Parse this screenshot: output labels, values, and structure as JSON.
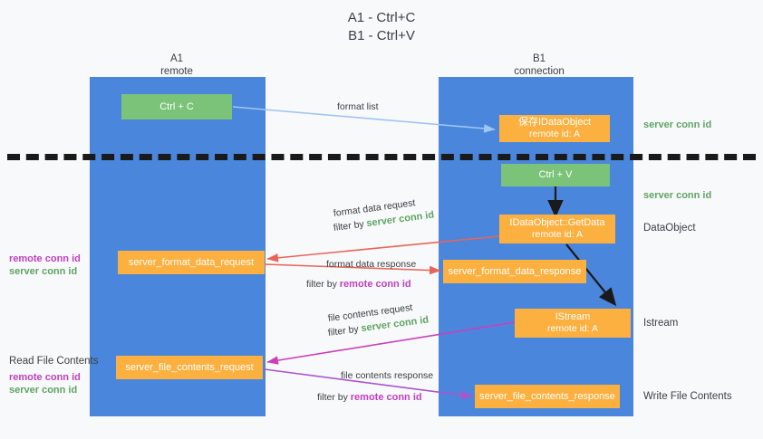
{
  "title": {
    "line1": "A1 - Ctrl+C",
    "line2": "B1 - Ctrl+V"
  },
  "columns": [
    {
      "name": "A1",
      "sub": "remote"
    },
    {
      "name": "B1",
      "sub": "connection"
    }
  ],
  "nodes": {
    "ctrl_c": {
      "label": "Ctrl + C"
    },
    "save_idataobject": {
      "line1": "保存IDataObject",
      "line2": "remote id: A"
    },
    "ctrl_v": {
      "label": "Ctrl + V"
    },
    "getdata": {
      "line1": "IDataObject::GetData",
      "line2": "remote id: A"
    },
    "format_data_request": {
      "label": "server_format_data_request"
    },
    "format_data_response": {
      "label": "server_format_data_response"
    },
    "istream": {
      "line1": "IStream",
      "line2": "remote id: A"
    },
    "file_contents_request": {
      "label": "server_file_contents_request"
    },
    "file_contents_response": {
      "label": "server_file_contents_response"
    }
  },
  "edges": {
    "format_list": {
      "text": "format list"
    },
    "format_data_request": {
      "line1": "format data request",
      "prefix": "filter by ",
      "id": "server conn id"
    },
    "format_data_response": {
      "line1": "format data response",
      "prefix": "filter by ",
      "id": "remote conn id"
    },
    "file_contents_request": {
      "line1": "file contents request",
      "prefix": "filter by ",
      "id": "server conn id"
    },
    "file_contents_response": {
      "line1": "file contents response",
      "prefix": "filter by ",
      "id": "remote conn id"
    }
  },
  "right_labels": {
    "server_conn_id_top": "server conn id",
    "server_conn_id_mid": "server conn id",
    "dataobject": "DataObject",
    "istream": "Istream",
    "write_file_contents": "Write File Contents"
  },
  "left_labels": {
    "remote_conn_id_1": "remote conn id",
    "server_conn_id_1": "server conn id",
    "read_file_contents": "Read File Contents",
    "remote_conn_id_2": "remote conn id",
    "server_conn_id_2": "server conn id"
  },
  "colors": {
    "lane": "#4a86db",
    "green_node": "#7ac379",
    "orange_node": "#fbb040",
    "conn_green": "#5fa463",
    "conn_magenta": "#c13fc1",
    "arrow_blue": "#9fc5f0",
    "arrow_red": "#e8645a",
    "arrow_magenta": "#cc3fbb",
    "arrow_purple": "#aa55cc",
    "arrow_black": "#1a1a1a",
    "background": "#f8f9fa"
  }
}
